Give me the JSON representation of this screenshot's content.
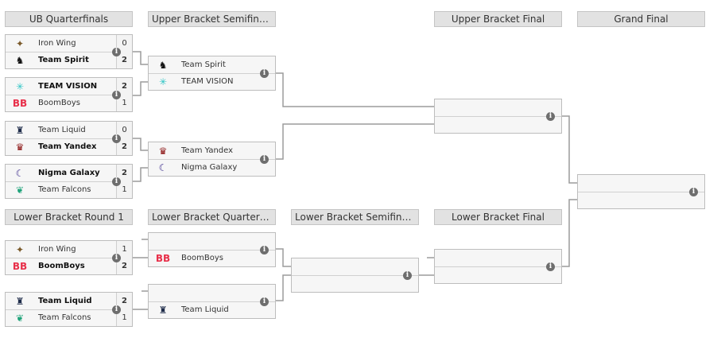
{
  "headers": {
    "ub_qf": "UB Quarterfinals",
    "ub_sf": "Upper Bracket Semifinals",
    "ub_final": "Upper Bracket Final",
    "grand_final": "Grand Final",
    "lb_r1": "Lower Bracket Round 1",
    "lb_qf": "Lower Bracket Quarterfinals",
    "lb_sf": "Lower Bracket Semifinals",
    "lb_final": "Lower Bracket Final"
  },
  "info_icon": "i",
  "colors": {
    "header_bg": "#e2e2e2",
    "match_bg": "#f6f6f6",
    "connector": "#9c9c9c",
    "info_icon": "#6e6e6e"
  },
  "ub_qf": [
    {
      "top": {
        "team": "Iron Wing",
        "score": "0",
        "logo": "iron-wing-icon"
      },
      "bot": {
        "team": "Team Spirit",
        "score": "2",
        "logo": "team-spirit-icon"
      }
    },
    {
      "top": {
        "team": "TEAM VISION",
        "score": "2",
        "logo": "team-vision-icon"
      },
      "bot": {
        "team": "BoomBoys",
        "score": "1",
        "logo": "boomboys-icon"
      }
    },
    {
      "top": {
        "team": "Team Liquid",
        "score": "0",
        "logo": "team-liquid-icon"
      },
      "bot": {
        "team": "Team Yandex",
        "score": "2",
        "logo": "team-yandex-icon"
      }
    },
    {
      "top": {
        "team": "Nigma Galaxy",
        "score": "2",
        "logo": "nigma-galaxy-icon"
      },
      "bot": {
        "team": "Team Falcons",
        "score": "1",
        "logo": "team-falcons-icon"
      }
    }
  ],
  "ub_sf": [
    {
      "top": {
        "team": "Team Spirit",
        "logo": "team-spirit-icon"
      },
      "bot": {
        "team": "TEAM VISION",
        "logo": "team-vision-icon"
      }
    },
    {
      "top": {
        "team": "Team Yandex",
        "logo": "team-yandex-icon"
      },
      "bot": {
        "team": "Nigma Galaxy",
        "logo": "nigma-galaxy-icon"
      }
    }
  ],
  "lb_r1": [
    {
      "top": {
        "team": "Iron Wing",
        "score": "1",
        "logo": "iron-wing-icon"
      },
      "bot": {
        "team": "BoomBoys",
        "score": "2",
        "logo": "boomboys-icon"
      }
    },
    {
      "top": {
        "team": "Team Liquid",
        "score": "2",
        "logo": "team-liquid-icon"
      },
      "bot": {
        "team": "Team Falcons",
        "score": "1",
        "logo": "team-falcons-icon"
      }
    }
  ],
  "lb_qf": [
    {
      "top": {
        "team": "",
        "logo": ""
      },
      "bot": {
        "team": "BoomBoys",
        "logo": "boomboys-icon"
      }
    },
    {
      "top": {
        "team": "",
        "logo": ""
      },
      "bot": {
        "team": "Team Liquid",
        "logo": "team-liquid-icon"
      }
    }
  ]
}
